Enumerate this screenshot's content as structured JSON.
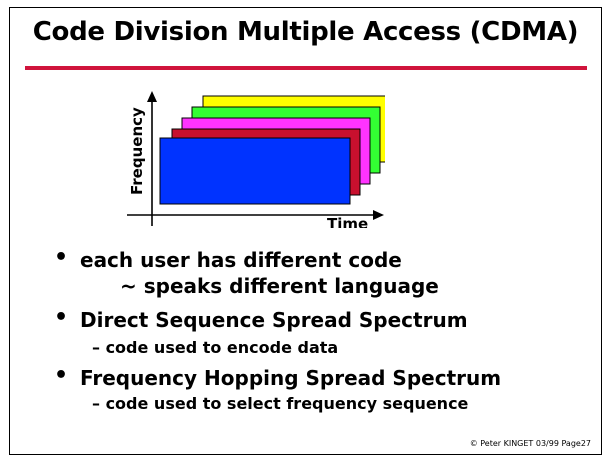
{
  "title": "Code Division Multiple Access (CDMA)",
  "diagram": {
    "y_label": "Frequency",
    "x_label": "Time",
    "layers": [
      {
        "color": "#ffff00"
      },
      {
        "color": "#33ff33"
      },
      {
        "color": "#ff33ff"
      },
      {
        "color": "#c8102e"
      },
      {
        "color": "#0033ff"
      }
    ]
  },
  "bullets": [
    {
      "text": "each user has different code",
      "sub": "~ speaks different language"
    },
    {
      "text": "Direct Sequence Spread Spectrum",
      "sub": "– code used to encode data"
    },
    {
      "text": "Frequency Hopping Spread Spectrum",
      "sub": "– code used to select frequency sequence"
    }
  ],
  "bullet_symbol": "•",
  "footer": "© Peter KINGET  03/99 Page27",
  "colors": {
    "rule": "#d0143c"
  }
}
